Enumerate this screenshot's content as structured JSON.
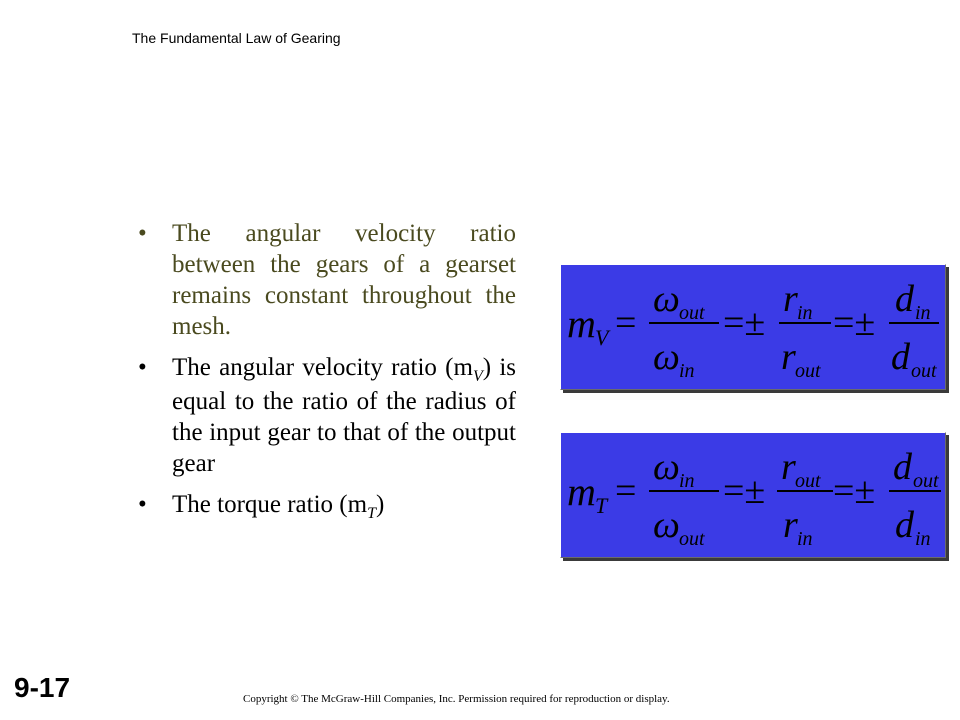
{
  "header": {
    "title": "The Fundamental  Law of Gearing"
  },
  "bullets": {
    "b1": "The angular velocity ratio between the gears of a gearset remains constant throughout the mesh.",
    "b2_pre": "The angular velocity ratio (m",
    "b2_sub": "V",
    "b2_post": ") is equal to the ratio of the radius of the input gear to that of the output gear",
    "b3_pre": "The torque ratio (m",
    "b3_sub": "T",
    "b3_post": ")"
  },
  "equations": {
    "eq1": {
      "lhs_m": "m",
      "lhs_sub": "V",
      "eq": "=",
      "pm": "=±",
      "omega": "ω",
      "r": "r",
      "d": "d",
      "out": "out",
      "in": "in"
    },
    "eq2": {
      "lhs_m": "m",
      "lhs_sub": "T"
    }
  },
  "footer": {
    "slide_number": "9-17",
    "copyright": "Copyright © The McGraw-Hill Companies, Inc. Permission required for reproduction or display."
  }
}
